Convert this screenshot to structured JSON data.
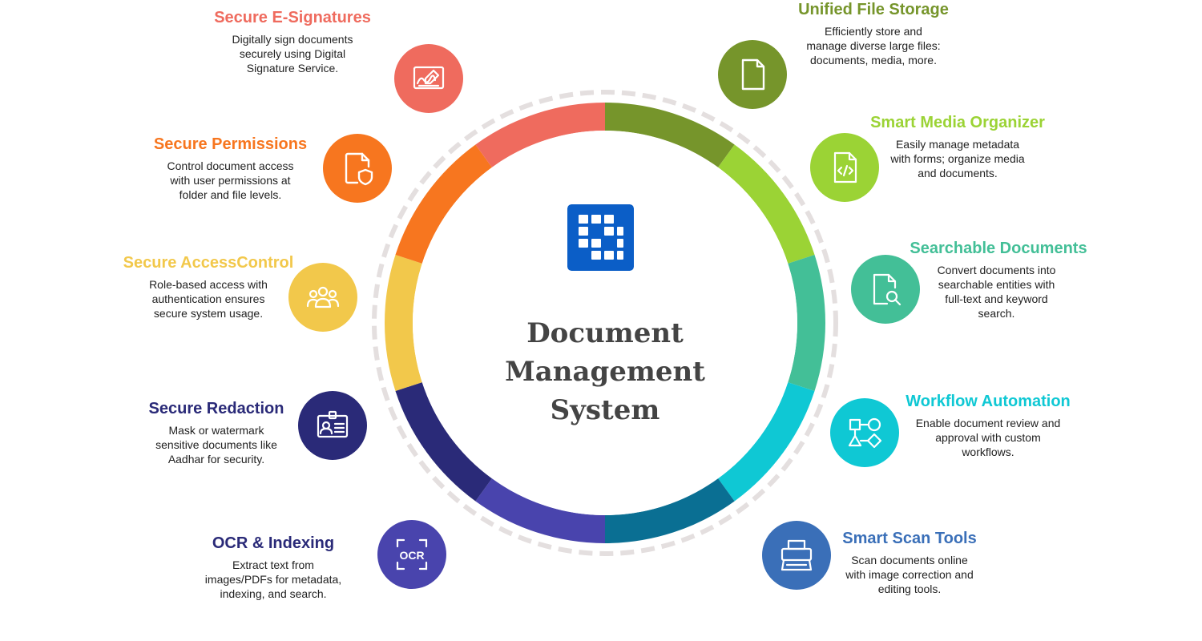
{
  "center": {
    "title_lines": [
      "Document",
      "Management",
      "System"
    ]
  },
  "colors": {
    "e_signatures": "#ef6b5e",
    "permissions": "#f7761f",
    "access_control": "#f2c84b",
    "redaction": "#2a2a78",
    "ocr": "#4944ad",
    "scan": "#0a6f93",
    "workflow": "#0fc8d4",
    "searchable": "#43bf97",
    "media": "#9bd335",
    "storage": "#76952b",
    "logo": "#0b5ec7",
    "dashed_ring": "#e4dfdf"
  },
  "features": {
    "e_signatures": {
      "title": "Secure E-Signatures",
      "desc": [
        "Digitally sign documents",
        "securely using Digital",
        "Signature Service."
      ],
      "icon": "signature-tablet-icon"
    },
    "permissions": {
      "title": "Secure Permissions",
      "desc": [
        "Control document access",
        "with user permissions at",
        "folder and file levels."
      ],
      "icon": "file-shield-icon"
    },
    "access_control": {
      "title": "Secure AccessControl",
      "desc": [
        "Role-based access with",
        "authentication ensures",
        "secure system usage."
      ],
      "icon": "users-group-icon"
    },
    "redaction": {
      "title": "Secure Redaction",
      "desc": [
        "Mask or watermark",
        "sensitive documents like",
        "Aadhar for security."
      ],
      "icon": "id-card-icon"
    },
    "ocr": {
      "title": "OCR & Indexing",
      "desc": [
        "Extract text from",
        "images/PDFs for metadata,",
        "indexing, and search."
      ],
      "icon": "ocr-scan-icon",
      "icon_text": "OCR"
    },
    "storage": {
      "title": "Unified File Storage",
      "desc": [
        "Efficiently store and",
        "manage diverse large files:",
        "documents, media, more."
      ],
      "icon": "file-icon"
    },
    "media": {
      "title": "Smart Media Organizer",
      "desc": [
        "Easily manage metadata",
        "with forms; organize media",
        "and documents."
      ],
      "icon": "code-file-icon"
    },
    "searchable": {
      "title": "Searchable Documents",
      "desc": [
        "Convert documents into",
        "searchable entities with",
        "full-text and keyword",
        "search."
      ],
      "icon": "file-search-icon"
    },
    "workflow": {
      "title": "Workflow Automation",
      "desc": [
        "Enable document review and",
        "approval with custom",
        "workflows."
      ],
      "icon": "flowchart-icon"
    },
    "scan": {
      "title": "Smart Scan Tools",
      "desc": [
        "Scan documents online",
        "with image correction and",
        "editing tools."
      ],
      "icon": "scanner-icon"
    }
  },
  "ring_segments": [
    "storage",
    "media",
    "searchable",
    "workflow",
    "scan",
    "ocr",
    "redaction",
    "access_control",
    "permissions",
    "e_signatures"
  ]
}
